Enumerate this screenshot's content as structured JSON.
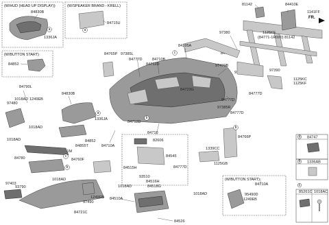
{
  "inset_boxes": {
    "hud": {
      "title": "(W/HUD (HEAD UP DISPLAY))",
      "parts": [
        "84830B",
        "1336JA"
      ],
      "callout": "a"
    },
    "speaker": {
      "title": "(W/SPEAKER BRAND - KRELL)",
      "parts": [
        "84715U"
      ],
      "callout": "a"
    },
    "button_start_left": {
      "title": "(W/BUTTON START)",
      "parts": [
        "84852"
      ]
    },
    "button_start_bottom": {
      "title": "(W/BUTTON START)",
      "parts": [
        "84710A",
        "95490D",
        "1249EB"
      ]
    }
  },
  "direction_label": "FR.",
  "part_labels": {
    "p81142_top": "81142",
    "p84410E": "84410E",
    "p1141FF": "1141FF",
    "p97380": "97380",
    "p84771": "(84771-1R000) 81142",
    "p1125KE": "1125KE",
    "p84777D_1": "84777D",
    "p84195A": "84195A",
    "p84765P": "84765P",
    "p97385L": "97385L",
    "p84777D_2": "84777D",
    "p84710B": "84710B",
    "p84712D_a": "84712D",
    "p97470B": "97470B",
    "p97350B": "97350B",
    "p97390": "97390",
    "p1125KC": "1125KC",
    "p1125KF": "1125KF",
    "p84777D_3": "84777D",
    "p84723G": "84723G",
    "p84777D_4": "84777D",
    "p97385R": "97385R",
    "p84777D_5": "84777D",
    "p84790L": "84790L",
    "p84830B": "84830B",
    "p1018AD_1": "1018AD",
    "p97480": "97480",
    "p1249EB_1": "1249EB",
    "p1336JA": "1336JA",
    "p1018AD_2": "1018AD",
    "p84712D_b": "84712D",
    "p84710": "84710",
    "p84766P": "84766P",
    "p1018AD_3": "1018AD",
    "p84852": "84852",
    "p84855T": "84855T",
    "p84710A": "84710A",
    "p91931M": "91931M",
    "p82606": "82606",
    "p84545": "84545",
    "p1339CC": "1339CC",
    "p84750W": "84750W",
    "p84780": "84780",
    "p84760F": "84760F",
    "p84515H": "84515H",
    "p1125GB": "1125GB",
    "p84777D_6": "84777D",
    "p93510": "93510",
    "p84516H": "84516H",
    "p1018AD_4": "1018AD",
    "p1018AD_5": "1018AD",
    "p84518G": "84518G",
    "p97403": "97403",
    "p93790": "93790",
    "p1249EB_2": "1249EB",
    "p97490": "97490",
    "p84510A": "84510A",
    "p1018AD_6": "1018AD",
    "p84721C": "84721C",
    "p84526": "84526"
  },
  "callouts": [
    "a",
    "b",
    "c"
  ],
  "legend": {
    "a": "84747",
    "b": "1336AB",
    "c1": "85261C",
    "c2": "1018AC"
  }
}
